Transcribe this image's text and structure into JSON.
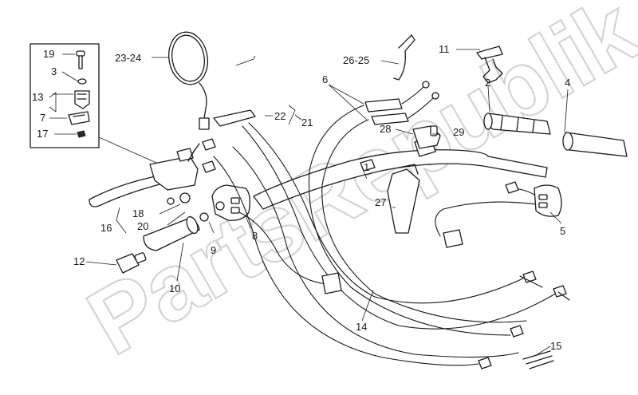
{
  "watermark": {
    "text": "PartsRepublik"
  },
  "callouts": [
    "1",
    "2",
    "3",
    "4",
    "5",
    "6",
    "7",
    "8",
    "9",
    "10",
    "11",
    "12",
    "13",
    "14",
    "15",
    "16",
    "17",
    "18",
    "19",
    "20",
    "21",
    "22",
    "23-24",
    "26-25",
    "27",
    "28",
    "29"
  ]
}
